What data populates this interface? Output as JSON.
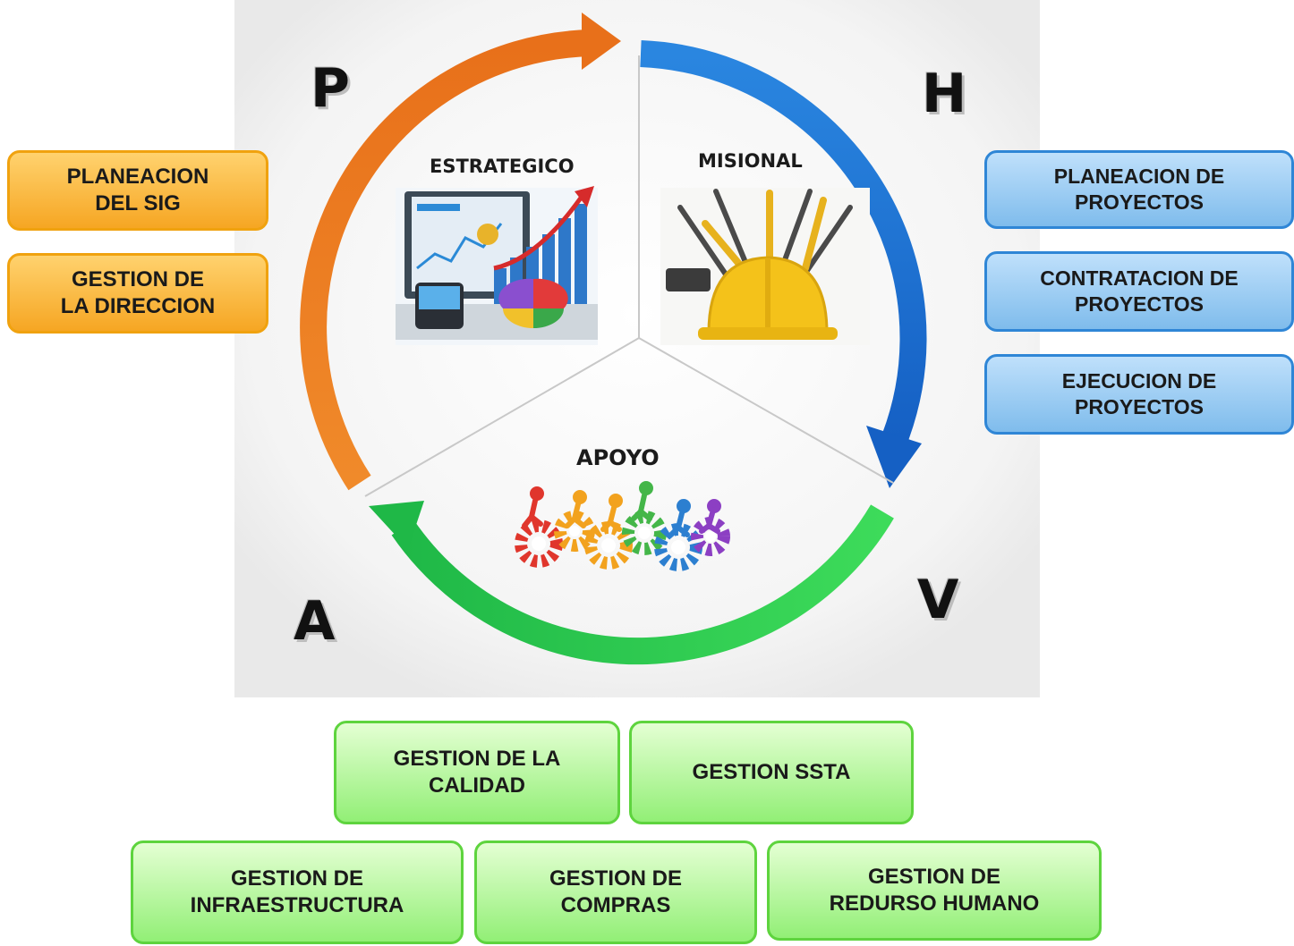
{
  "cycle": {
    "letters": {
      "p": "P",
      "h": "H",
      "v": "V",
      "a": "A"
    },
    "sections": {
      "strategic": "ESTRATEGICO",
      "missional": "MISIONAL",
      "support": "APOYO"
    },
    "colors": {
      "plan": "#f07f22",
      "do": "#2078d6",
      "act": "#2fcf4e"
    }
  },
  "left_boxes": [
    "PLANEACION\nDEL SIG",
    "GESTION  DE\nLA DIRECCION"
  ],
  "right_boxes": [
    "PLANEACION DE\nPROYECTOS",
    "CONTRATACION   DE\nPROYECTOS",
    "EJECUCION DE\nPROYECTOS"
  ],
  "bottom_boxes": {
    "row1": [
      "GESTION  DE LA\nCALIDAD",
      "GESTION  SSTA"
    ],
    "row2": [
      "GESTION  DE\nINFRAESTRUCTURA",
      "GESTION  DE\nCOMPRAS",
      "GESTION  DE\nREDURSO HUMANO"
    ]
  }
}
